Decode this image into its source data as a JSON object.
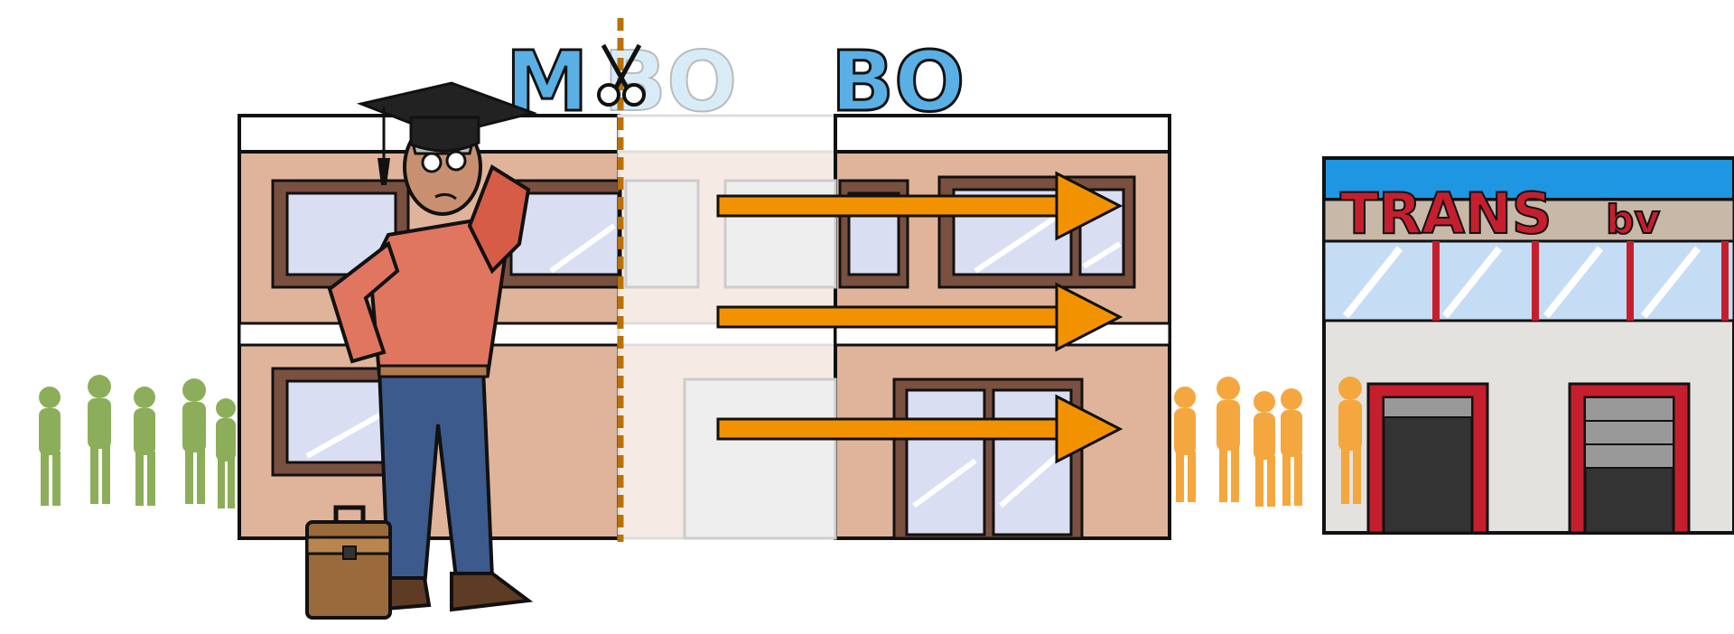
{
  "school_sign": {
    "left_letters": "M",
    "faded_letters": "BO",
    "right_letters": "BO"
  },
  "company_sign": {
    "main": "TRANS",
    "suffix": "bv"
  },
  "colors": {
    "arrow": "#f39200",
    "left_crowd": "#8cae5a",
    "right_crowd": "#f5a73f",
    "building_wall": "#e0b49a",
    "company_bar_blue": "#1e96e1",
    "company_sign_red": "#c51f2e",
    "sign_letters_blue": "#5ab0e5"
  },
  "icons": [
    "scissors-icon",
    "briefcase-icon",
    "graduation-cap-icon"
  ]
}
